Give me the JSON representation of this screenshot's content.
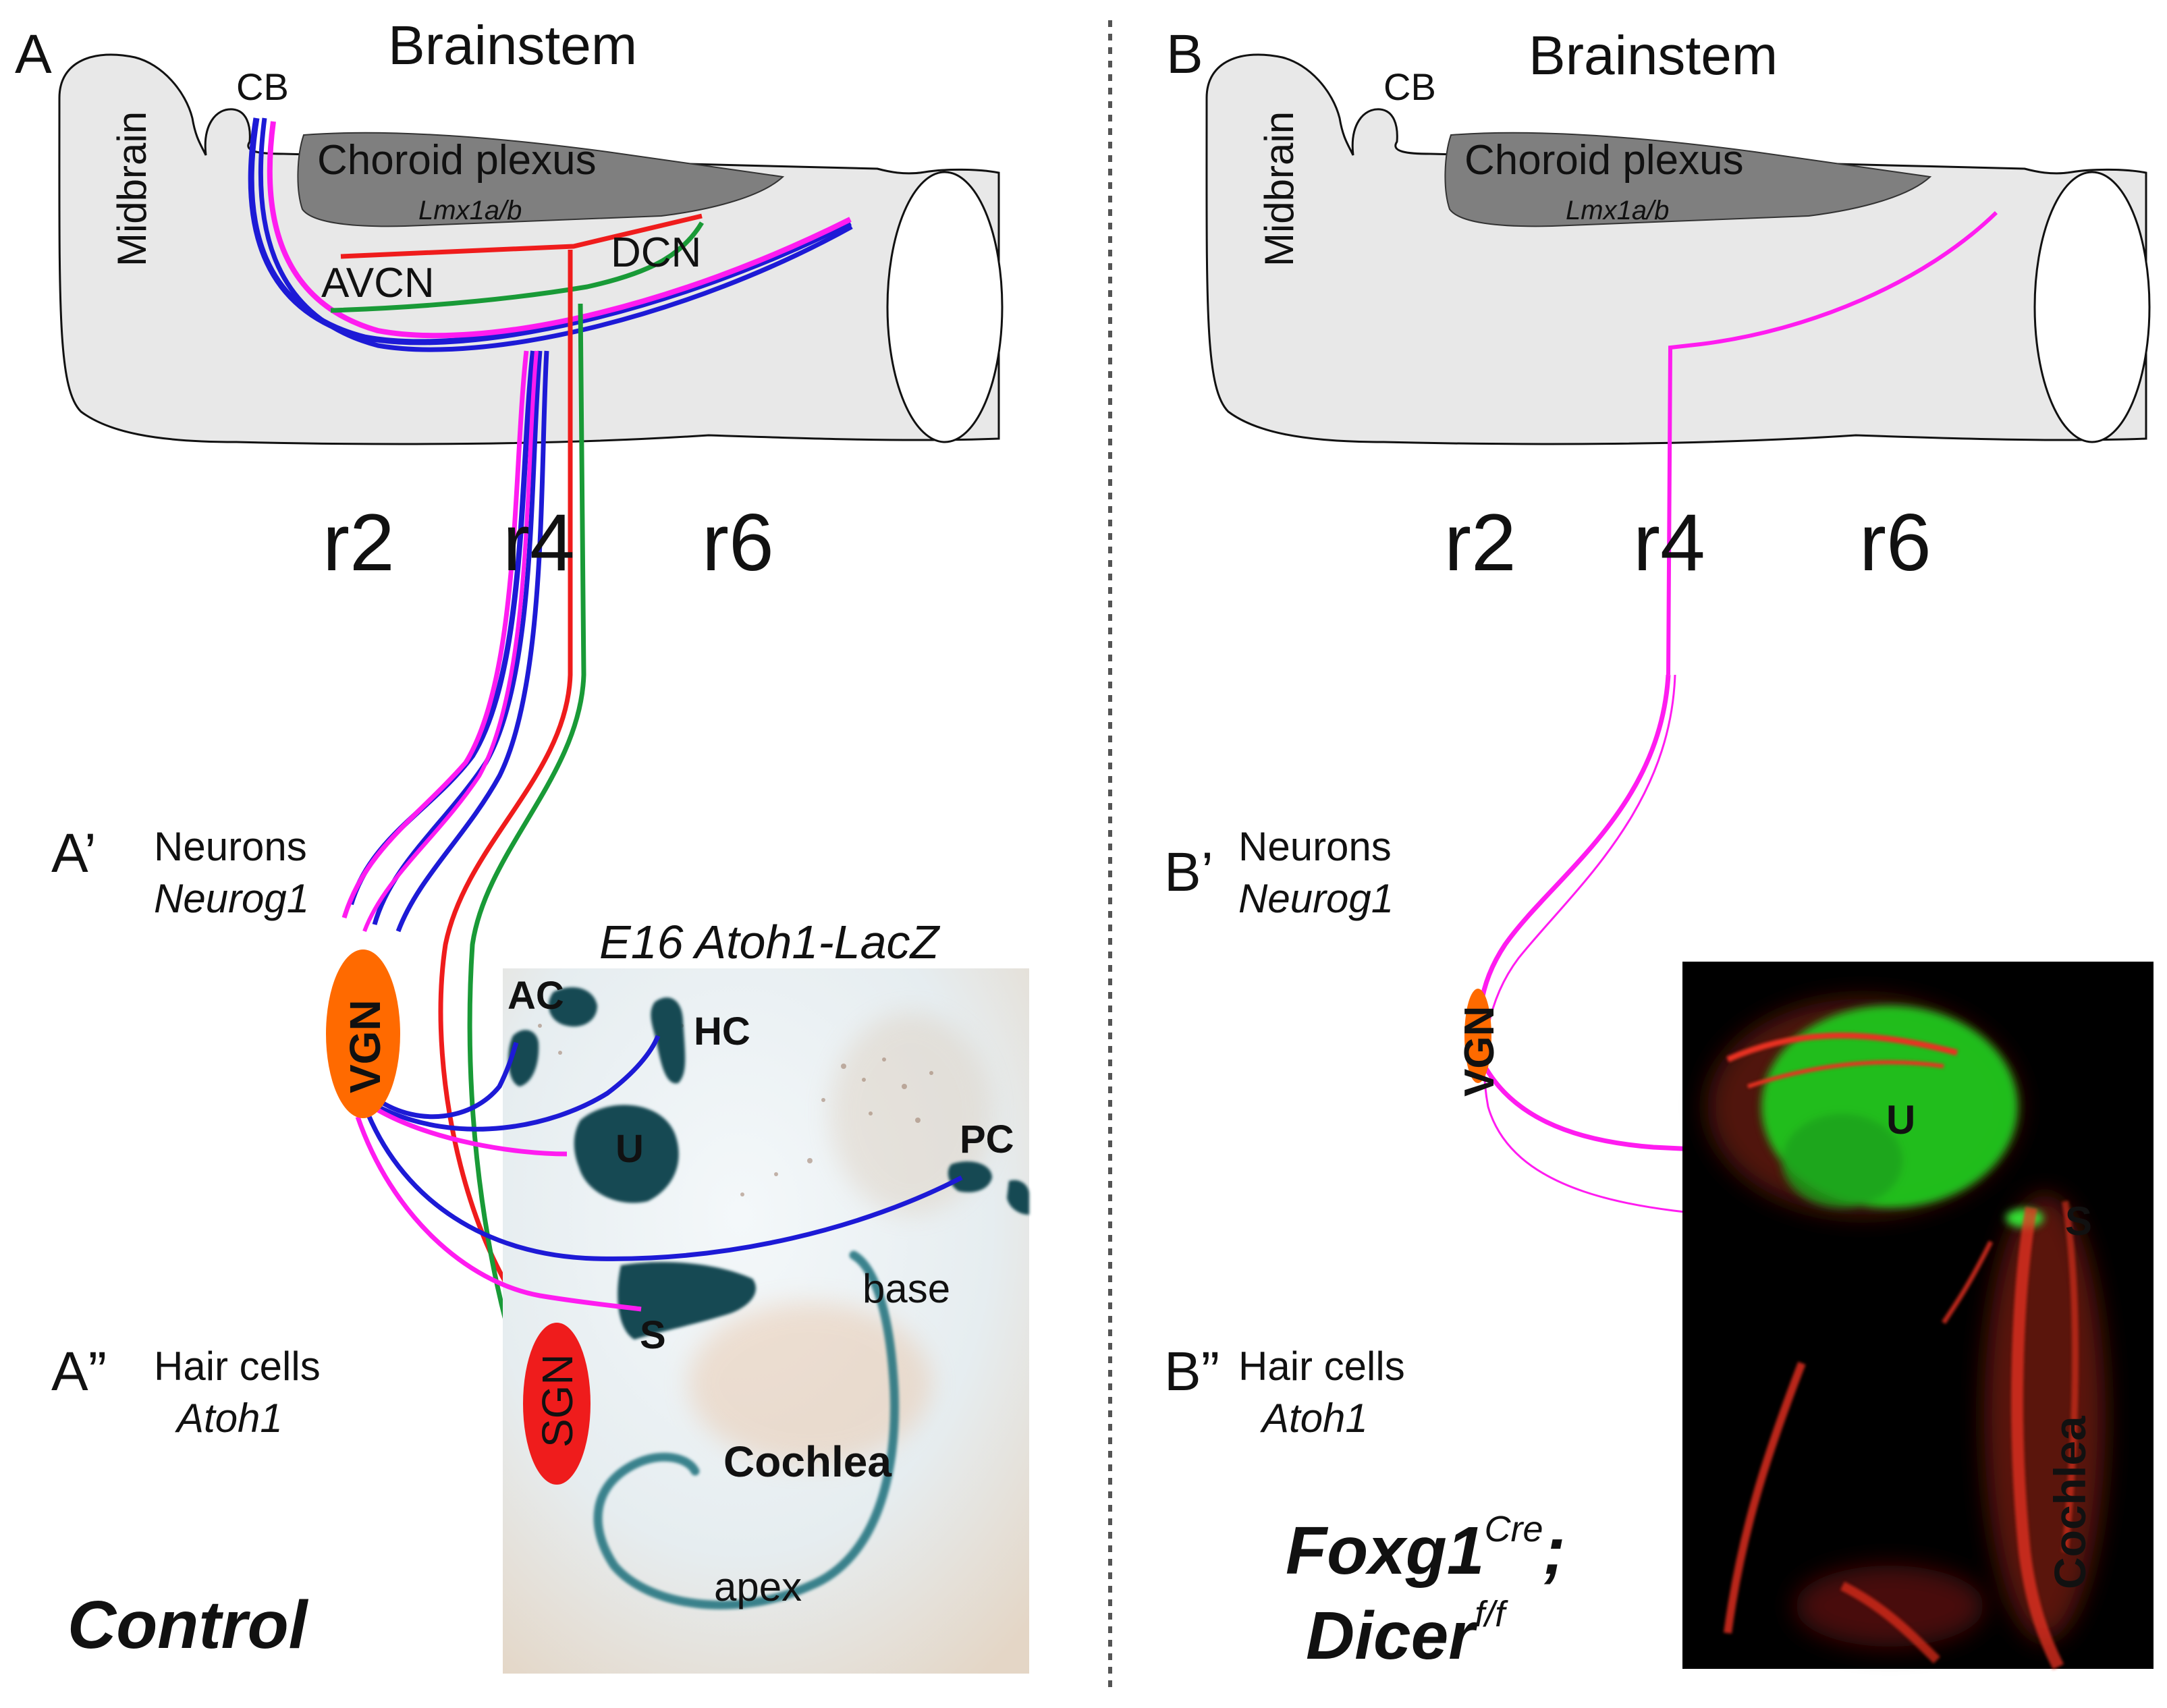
{
  "panelA": {
    "letter": "A",
    "brainstem": "Brainstem",
    "cb": "CB",
    "midbrain": "Midbrain",
    "choroid": "Choroid plexus",
    "lmx": "Lmx1a/b",
    "avcn": "AVCN",
    "dcn": "DCN",
    "r2": "r2",
    "r4": "r4",
    "r6": "r6",
    "a_prime": "A’",
    "neurons": "Neurons",
    "neurog1": "Neurog1",
    "a_dprime": "A”",
    "hair_cells": "Hair cells",
    "atoh1": "Atoh1",
    "vgn": "VGN",
    "sgn": "SGN",
    "photo_title": "E16 Atoh1-LacZ",
    "ac": "AC",
    "hc": "HC",
    "u": "U",
    "pc": "PC",
    "s": "S",
    "base": "base",
    "cochlea": "Cochlea",
    "apex": "apex",
    "control": "Control"
  },
  "panelB": {
    "letter": "B",
    "brainstem": "Brainstem",
    "cb": "CB",
    "midbrain": "Midbrain",
    "choroid": "Choroid plexus",
    "lmx": "Lmx1a/b",
    "r2": "r2",
    "r4": "r4",
    "r6": "r6",
    "b_prime": "B’",
    "neurons": "Neurons",
    "neurog1": "Neurog1",
    "b_dprime": "B”",
    "hair_cells": "Hair cells",
    "atoh1": "Atoh1",
    "vgn": "VGN",
    "u": "U",
    "s": "S",
    "cochlea": "Cochlea",
    "genotype_1": "Foxg1",
    "genotype_1_sup": "Cre",
    "genotype_1_end": ";",
    "genotype_2": "Dicer",
    "genotype_2_sup": "f/f"
  },
  "colors": {
    "brain_fill": "#e8e8e8",
    "choroid_fill": "#7f7f7f",
    "blue": "#1d1ad6",
    "magenta": "#ff1cf0",
    "red": "#ef1c1c",
    "green": "#199a37",
    "vgn_orange": "#ff6a00",
    "sgn_red": "#ef1c1c",
    "divider": "#555555"
  }
}
